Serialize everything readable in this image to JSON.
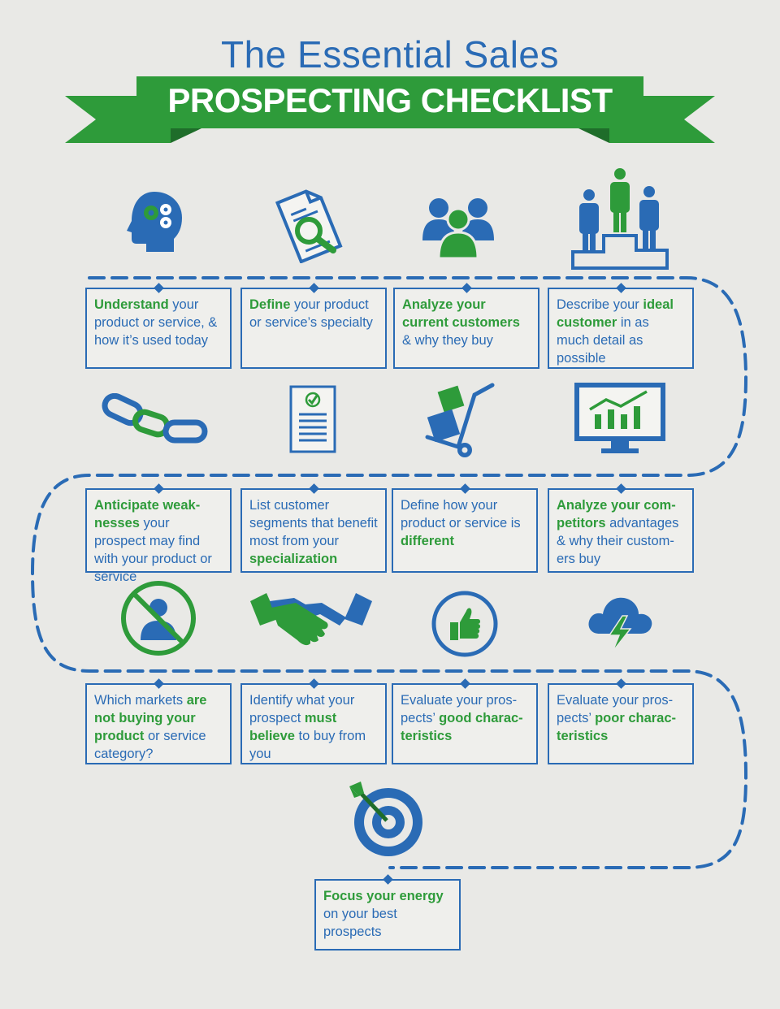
{
  "header": {
    "title": "The Essential Sales",
    "banner": "PROSPECTING CHECKLIST"
  },
  "colors": {
    "blue": "#2a6bb5",
    "green": "#2e9b3a",
    "dark_green": "#1f6d2a",
    "background": "#e9e9e6"
  },
  "steps": [
    {
      "icon": "brain-gears-icon",
      "a": "Understand",
      "b": " your product or service, & how it’s used today",
      "c": "",
      "d": ""
    },
    {
      "icon": "document-magnifier-icon",
      "a": "Define",
      "b": " your product or service’s specialty",
      "c": "",
      "d": ""
    },
    {
      "icon": "customers-group-icon",
      "a": "Analyze your current customers",
      "b": " & why they buy",
      "c": "",
      "d": ""
    },
    {
      "icon": "podium-icon",
      "a": "",
      "b": "Describe your ",
      "c": "ideal customer",
      "d": " in as much detail as possible"
    },
    {
      "icon": "chain-link-icon",
      "a": "Anticipate weak-nesses",
      "b": " your prospect may find with your product or service",
      "c": "",
      "d": ""
    },
    {
      "icon": "checklist-icon",
      "a": "",
      "b": "List customer segments that benefit most from your ",
      "c": "specialization",
      "d": ""
    },
    {
      "icon": "hand-truck-icon",
      "a": "",
      "b": "Define how your product or service is ",
      "c": "different",
      "d": ""
    },
    {
      "icon": "monitor-chart-icon",
      "a": "Analyze your com-petitors",
      "b": " advantages & why their custom-ers buy",
      "c": "",
      "d": ""
    },
    {
      "icon": "no-person-icon",
      "a": "",
      "b": "Which markets ",
      "c": "are not buying your product",
      "d": " or service category?"
    },
    {
      "icon": "handshake-icon",
      "a": "",
      "b": "Identify what your prospect ",
      "c": "must believe",
      "d": " to buy from you"
    },
    {
      "icon": "thumbs-up-icon",
      "a": "",
      "b": "Evaluate your pros-pects’ ",
      "c": "good charac-teristics",
      "d": ""
    },
    {
      "icon": "cloud-lightning-icon",
      "a": "",
      "b": "Evaluate your pros-pects’ ",
      "c": "poor charac-teristics",
      "d": ""
    },
    {
      "icon": "target-arrow-icon",
      "a": "Focus your energy",
      "b": " on your best prospects",
      "c": "",
      "d": ""
    }
  ]
}
